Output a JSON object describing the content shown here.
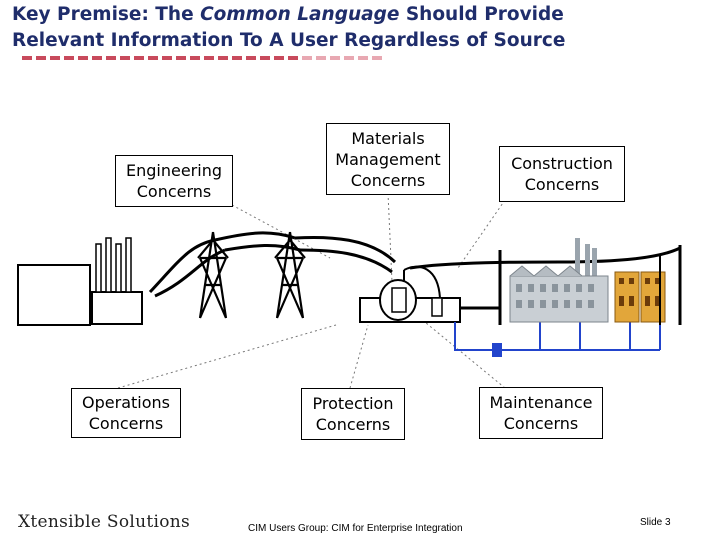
{
  "title": {
    "line1_pre": "Key Premise: The ",
    "line1_em": "Common Language",
    "line1_post": " Should Provide",
    "line2": "Relevant Information To A User Regardless of Source"
  },
  "colors": {
    "title": "#1f2d6b",
    "rule_dark": "#c84a5c",
    "rule_light": "#e8a8b2",
    "bus": "#2244cc"
  },
  "concerns": {
    "engineering": "Engineering\nConcerns",
    "materials": "Materials\nManagement\nConcerns",
    "construction": "Construction\nConcerns",
    "operations": "Operations\nConcerns",
    "protection": "Protection\nConcerns",
    "maintenance": "Maintenance\nConcerns"
  },
  "footer": {
    "logo": "Xtensible Solutions",
    "center": "CIM Users Group: CIM for Enterprise Integration",
    "slide": "Slide 3"
  }
}
